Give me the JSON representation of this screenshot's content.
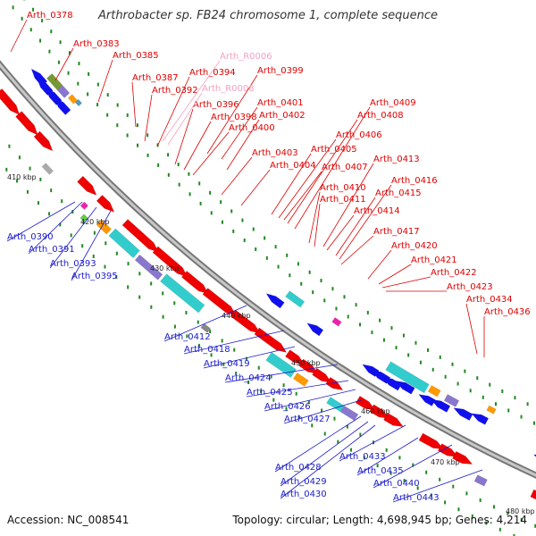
{
  "title": "Arthrobacter sp. FB24 chromosome 1, complete sequence",
  "accession": "Accession: NC_008541",
  "summary": "Topology: circular; Length: 4,698,945 bp; Genes: 4,214",
  "colors": {
    "forward_label": "#e00000",
    "reverse_label": "#1a1acc",
    "rna_label": "#f4a0c0",
    "backbone": "#999999",
    "forward_feature": "#ee0000",
    "reverse_feature": "#1010ee",
    "cds_cyan": "#33cccc",
    "orange": "#ff9900",
    "purple": "#8877cc",
    "green": "#66cc44",
    "olive": "#779933",
    "magenta": "#ee22aa",
    "grey": "#888888",
    "dots": "#228822"
  },
  "ticks": [
    "410 kbp",
    "420 kbp",
    "430 kbp",
    "440 kbp",
    "450 kbp",
    "460 kbp",
    "470 kbp",
    "480 kbp"
  ],
  "forward_genes": [
    "Arth_0378",
    "Arth_0383",
    "Arth_0385",
    "Arth_0387",
    "Arth_0392",
    "Arth_0394",
    "Arth_0396",
    "Arth_0398",
    "Arth_0399",
    "Arth_0400",
    "Arth_0401",
    "Arth_0402",
    "Arth_0403",
    "Arth_0404",
    "Arth_0405",
    "Arth_0406",
    "Arth_0407",
    "Arth_0408",
    "Arth_0409",
    "Arth_0410",
    "Arth_0411",
    "Arth_0413",
    "Arth_0414",
    "Arth_0415",
    "Arth_0416",
    "Arth_0417",
    "Arth_0420",
    "Arth_0421",
    "Arth_0422",
    "Arth_0423",
    "Arth_0434",
    "Arth_0436"
  ],
  "rna_genes": [
    "Arth_R0006",
    "Arth_R0008"
  ],
  "reverse_genes": [
    "Arth_0390",
    "Arth_0391",
    "Arth_0393",
    "Arth_0395",
    "Arth_0412",
    "Arth_0418",
    "Arth_0419",
    "Arth_0424",
    "Arth_0425",
    "Arth_0426",
    "Arth_0427",
    "Arth_0428",
    "Arth_0429",
    "Arth_0430",
    "Arth_0433",
    "Arth_0435",
    "Arth_0440",
    "Arth_0443"
  ]
}
